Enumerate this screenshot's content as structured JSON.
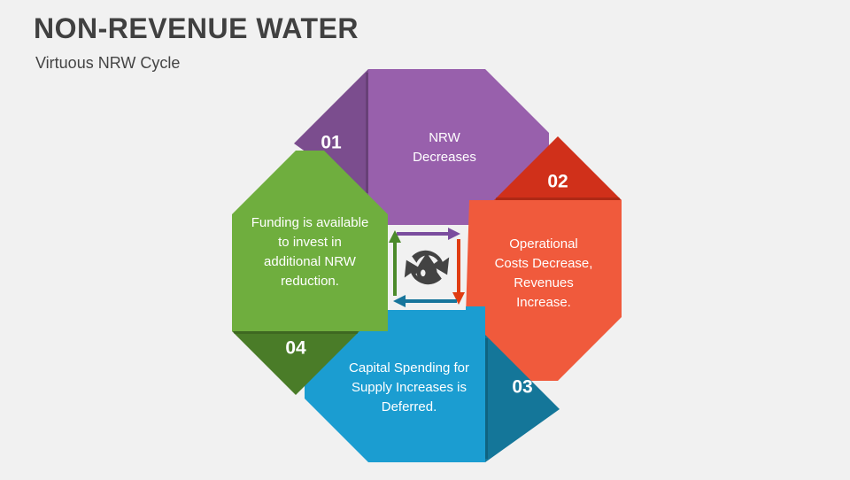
{
  "header": {
    "title": "NON-REVENUE WATER",
    "subtitle": "Virtuous NRW Cycle"
  },
  "diagram": {
    "name": "virtuous-nrw-cycle",
    "center_icon": "water-recycle-icon",
    "segments": [
      {
        "number": "01",
        "label": "NRW\nDecreases",
        "line1": "NRW",
        "line2": "Decreases",
        "line3": "",
        "line4": "",
        "position": "top",
        "body_color": "#9860AC",
        "badge_color": "#7B4D8E"
      },
      {
        "number": "02",
        "label": "Operational Costs Decrease, Revenues Increase.",
        "line1": "Operational",
        "line2": "Costs Decrease,",
        "line3": "Revenues",
        "line4": "Increase.",
        "position": "right",
        "body_color": "#F05A3C",
        "badge_color": "#D0301A"
      },
      {
        "number": "03",
        "label": "Capital Spending for Supply Increases is Deferred.",
        "line1": "Capital Spending for",
        "line2": "Supply Increases is",
        "line3": "Deferred.",
        "line4": "",
        "position": "bottom",
        "body_color": "#1B9DD1",
        "badge_color": "#147699"
      },
      {
        "number": "04",
        "label": "Funding is available to invest in additional NRW reduction.",
        "line1": "Funding is available",
        "line2": "to invest in",
        "line3": "additional NRW",
        "line4": "reduction.",
        "position": "left",
        "body_color": "#6FAE3E",
        "badge_color": "#4A7C28"
      }
    ],
    "arrows": [
      {
        "name": "arrow-top-right",
        "color": "#7B4D9E",
        "direction": "right"
      },
      {
        "name": "arrow-right-down",
        "color": "#E03C12",
        "direction": "down"
      },
      {
        "name": "arrow-bottom-left",
        "color": "#17759B",
        "direction": "left"
      },
      {
        "name": "arrow-left-up",
        "color": "#4C8A2B",
        "direction": "up"
      }
    ]
  },
  "colors": {
    "background": "#f1f1f1",
    "text_dark": "#404040",
    "icon_dark": "#434343"
  }
}
